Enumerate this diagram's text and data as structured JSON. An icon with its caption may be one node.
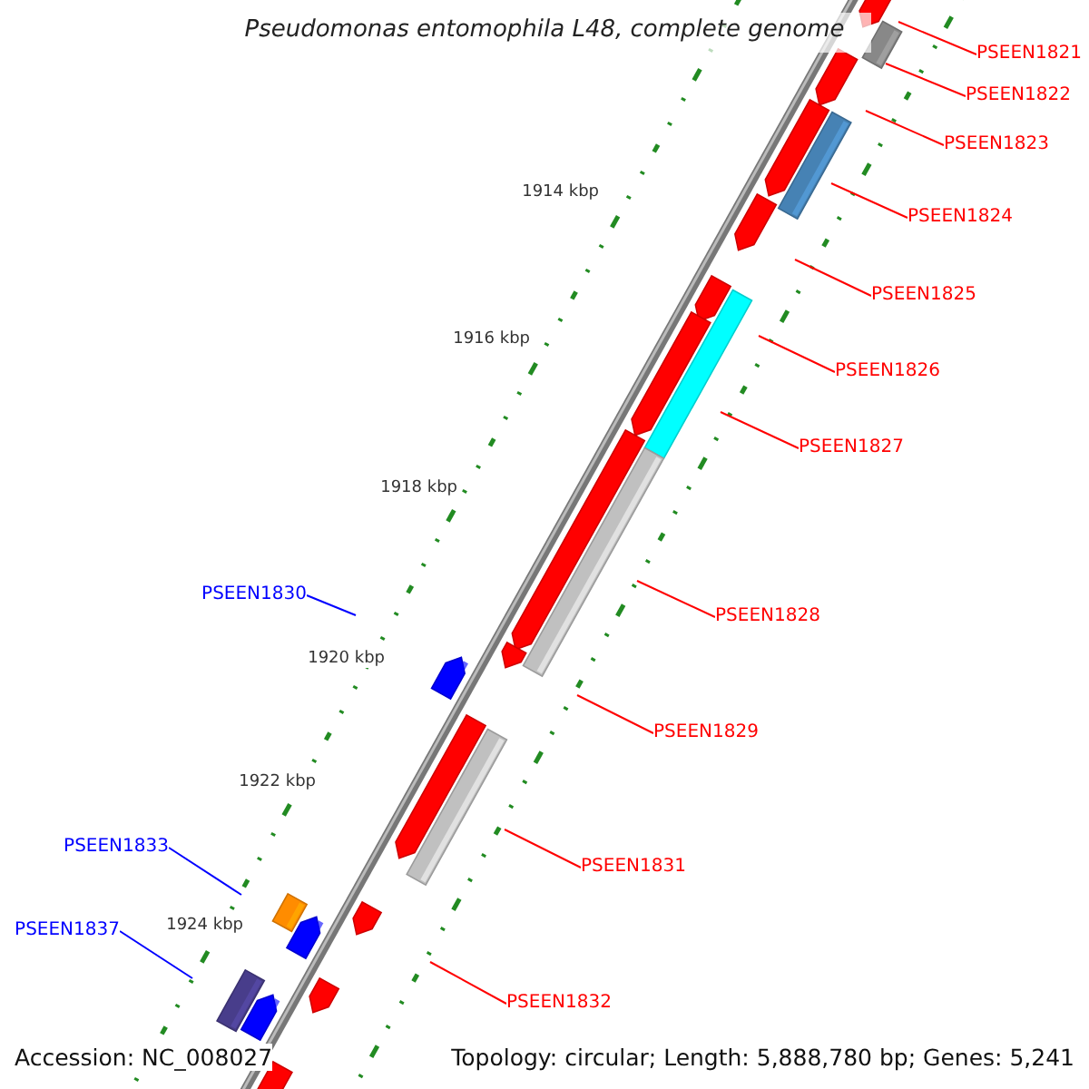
{
  "diagram": {
    "title": "Pseudomonas entomophila L48, complete genome",
    "nodes": [
      {
        "text": [
          "PSEEN1821"
        ]
      },
      {
        "text": [
          "PSEEN1822"
        ]
      },
      {
        "text": [
          "PSEEN1823"
        ]
      },
      {
        "text": [
          "PSEEN1824"
        ]
      },
      {
        "text": [
          "PSEEN1825"
        ]
      },
      {
        "text": [
          "PSEEN1826"
        ]
      },
      {
        "text": [
          "PSEEN1827"
        ]
      },
      {
        "text": [
          "PSEEN1830"
        ]
      },
      {
        "text": [
          "PSEEN1828"
        ]
      },
      {
        "text": [
          "PSEEN1829"
        ]
      },
      {
        "text": [
          "PSEEN1833"
        ]
      },
      {
        "text": [
          "PSEEN1831"
        ]
      },
      {
        "text": [
          "PSEEN1837"
        ]
      },
      {
        "text": [
          "PSEEN1832"
        ]
      }
    ],
    "edges": [
      {
        "from": 0,
        "to": null,
        "arrow": "none"
      },
      {
        "from": 1,
        "to": null,
        "arrow": "none"
      },
      {
        "from": 2,
        "to": null,
        "arrow": "none"
      },
      {
        "from": 3,
        "to": null,
        "arrow": "none"
      },
      {
        "from": 4,
        "to": null,
        "arrow": "none"
      },
      {
        "from": 5,
        "to": null,
        "arrow": "none"
      },
      {
        "from": 6,
        "to": null,
        "arrow": "none"
      },
      {
        "from": 7,
        "to": null,
        "arrow": "none",
        "color": "#0000ff"
      },
      {
        "from": 8,
        "to": null,
        "arrow": "none"
      },
      {
        "from": 9,
        "to": null,
        "arrow": "none"
      },
      {
        "from": 10,
        "to": null,
        "arrow": "none",
        "color": "#0000ff"
      },
      {
        "from": 11,
        "to": null,
        "arrow": "none"
      },
      {
        "from": 12,
        "to": null,
        "arrow": "none",
        "color": "#0000ff"
      },
      {
        "from": 13,
        "to": null,
        "arrow": "none"
      }
    ],
    "labels": [
      "1914 kbp",
      "1916 kbp",
      "1918 kbp",
      "1920 kbp",
      "1922 kbp",
      "1924 kbp",
      "Accession: NC_008027",
      "Topology: circular; Length: 5,888,780 bp; Genes: 5,241"
    ]
  }
}
